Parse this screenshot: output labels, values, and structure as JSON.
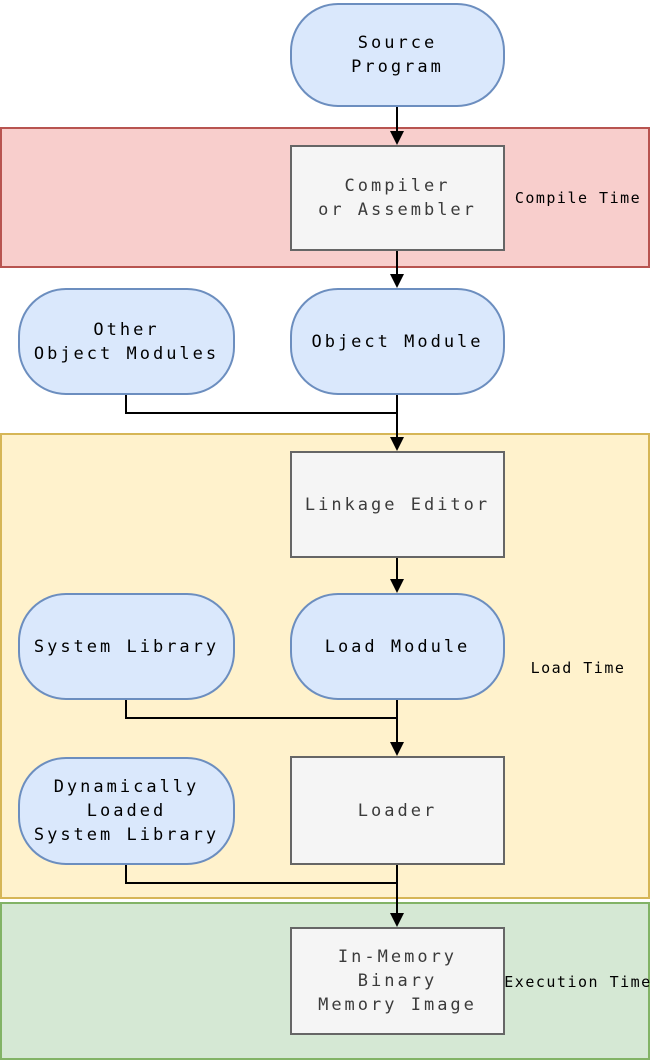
{
  "diagram_type": "flowchart",
  "nodes": {
    "source_program": {
      "label": "Source\nProgram",
      "shape": "stadium"
    },
    "compiler": {
      "label": "Compiler\nor Assembler",
      "shape": "process"
    },
    "other_object_modules": {
      "label": "Other\nObject Modules",
      "shape": "stadium"
    },
    "object_module": {
      "label": "Object Module",
      "shape": "stadium"
    },
    "linkage_editor": {
      "label": "Linkage Editor",
      "shape": "process"
    },
    "system_library": {
      "label": "System Library",
      "shape": "stadium"
    },
    "load_module": {
      "label": "Load Module",
      "shape": "stadium"
    },
    "dynamically_loaded_system_library": {
      "label": "Dynamically\nLoaded\nSystem Library",
      "shape": "stadium"
    },
    "loader": {
      "label": "Loader",
      "shape": "process"
    },
    "in_memory_binary_memory_image": {
      "label": "In-Memory\nBinary\nMemory Image",
      "shape": "process"
    }
  },
  "bands": {
    "compile_time": {
      "label": "Compile Time",
      "fill": "#f8cecc",
      "border": "#b85450"
    },
    "load_time": {
      "label": "Load Time",
      "fill": "#fff2cc",
      "border": "#d6b656"
    },
    "execution_time": {
      "label": "Execution Time",
      "fill": "#d5e8d4",
      "border": "#82b366"
    }
  },
  "edges": [
    {
      "from": "source_program",
      "to": "compiler"
    },
    {
      "from": "compiler",
      "to": "object_module"
    },
    {
      "from": "object_module",
      "to": "linkage_editor"
    },
    {
      "from": "other_object_modules",
      "to": "linkage_editor"
    },
    {
      "from": "linkage_editor",
      "to": "load_module"
    },
    {
      "from": "load_module",
      "to": "loader"
    },
    {
      "from": "system_library",
      "to": "loader"
    },
    {
      "from": "loader",
      "to": "in_memory_binary_memory_image"
    },
    {
      "from": "dynamically_loaded_system_library",
      "to": "in_memory_binary_memory_image"
    }
  ],
  "styles": {
    "stadium_fill": "#dae8fc",
    "stadium_border": "#6c8ebf",
    "process_fill": "#f5f5f5",
    "process_border": "#666666",
    "connector_color": "#000000",
    "background": "#ffffff"
  }
}
